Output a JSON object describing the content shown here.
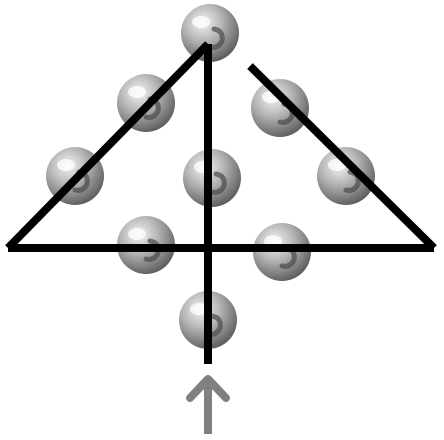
{
  "diagram": {
    "colors": {
      "background": "#ffffff",
      "line": "#000000",
      "arrow": "#808080",
      "sphere_light": "#f4f4f4",
      "sphere_mid": "#b5b5b5",
      "sphere_dark": "#5a5a5a",
      "sphere_highlight": "#ffffff",
      "sphere_shadow_mark": "#4a4a4a"
    },
    "spheres": [
      {
        "name": "sphere-top"
      },
      {
        "name": "sphere-left-upper"
      },
      {
        "name": "sphere-right-upper"
      },
      {
        "name": "sphere-left-middle"
      },
      {
        "name": "sphere-center"
      },
      {
        "name": "sphere-right-middle"
      },
      {
        "name": "sphere-left-lower"
      },
      {
        "name": "sphere-right-lower"
      },
      {
        "name": "sphere-bottom"
      }
    ],
    "lines": [
      {
        "name": "left-triangle-edge-left"
      },
      {
        "name": "left-triangle-edge-right"
      },
      {
        "name": "right-triangle-edge-left"
      },
      {
        "name": "right-triangle-edge-right"
      },
      {
        "name": "base-line"
      }
    ],
    "arrow": {
      "name": "up-arrow-icon"
    }
  }
}
